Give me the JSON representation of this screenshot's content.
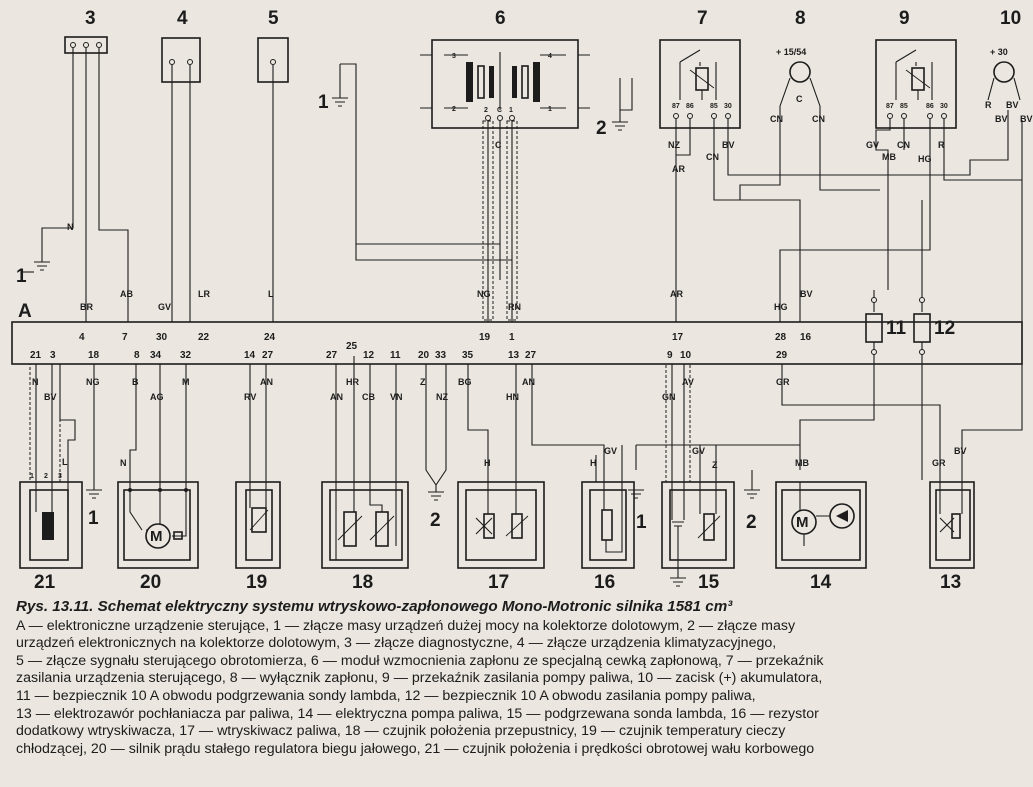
{
  "diagram": {
    "ecu": {
      "label": "A",
      "top_pins": [
        "4",
        "7",
        "30",
        "22",
        "24",
        "19",
        "1",
        "17",
        "28",
        "16"
      ],
      "bottom_pins": [
        "21",
        "3",
        "18",
        "8",
        "34",
        "32",
        "14",
        "27",
        "27",
        "25",
        "12",
        "11",
        "20",
        "33",
        "35",
        "13",
        "27",
        "9",
        "10",
        "29"
      ]
    },
    "connectors": [
      "3",
      "4",
      "5",
      "6",
      "7",
      "8",
      "9",
      "10"
    ],
    "components": [
      "21",
      "20",
      "19",
      "18",
      "17",
      "16",
      "15",
      "14",
      "13"
    ],
    "wire_codes_top": [
      "N",
      "AB",
      "GV",
      "LR",
      "L",
      "NG",
      "C",
      "RN",
      "AR",
      "NZ",
      "CN",
      "BV",
      "CN",
      "C",
      "CN",
      "GV",
      "MB",
      "CN",
      "HG",
      "R",
      "R",
      "BV",
      "BV",
      "HG",
      "BV"
    ],
    "wire_codes_bottom": [
      "N",
      "BV",
      "NG",
      "B",
      "AG",
      "M",
      "RV",
      "AN",
      "AN",
      "HR",
      "CB",
      "VN",
      "Z",
      "NZ",
      "BG",
      "HN",
      "AN",
      "GN",
      "AV",
      "GR",
      "N",
      "H",
      "GV",
      "H",
      "GV",
      "Z",
      "MB",
      "GR",
      "BV",
      "L"
    ],
    "ground_labels": [
      "1",
      "1",
      "2",
      "1",
      "2",
      "1",
      "2"
    ],
    "ecu_top_codes": [
      "BR",
      "AB",
      "GV",
      "LR",
      "L",
      "NG",
      "RN",
      "AR",
      "HG",
      "BV"
    ],
    "terminal_labels": {
      "t8": "+ 15/54",
      "t10": "+ 30",
      "fuse11": "11",
      "fuse12": "12"
    }
  },
  "caption": {
    "title": "Rys. 13.11. Schemat elektryczny systemu wtryskowo-zapłonowego Mono-Motronic silnika 1581 cm³",
    "lines": [
      "A — elektroniczne urządzenie sterujące, 1 — złącze masy urządzeń dużej mocy na kolektorze dolotowym, 2 — złącze masy",
      "urządzeń elektronicznych na kolektorze dolotowym, 3 — złącze diagnostyczne, 4 — złącze urządzenia klimatyzacyjnego,",
      "5 — złącze sygnału sterującego obrotomierza, 6 — moduł wzmocnienia zapłonu ze specjalną cewką zapłonową, 7 — przekaźnik",
      "zasilania urządzenia sterującego, 8 — wyłącznik zapłonu, 9 — przekaźnik zasilania pompy paliwa, 10 — zacisk (+) akumulatora,",
      "11 — bezpiecznik 10 A obwodu podgrzewania sondy lambda, 12 — bezpiecznik 10 A obwodu zasilania pompy paliwa,",
      "13 — elektrozawór pochłaniacza par paliwa, 14 — elektryczna pompa paliwa, 15 — podgrzewana sonda lambda, 16 — rezystor",
      "dodatkowy wtryskiwacza, 17 — wtryskiwacz paliwa, 18 — czujnik położenia przepustnicy, 19 — czujnik temperatury cieczy",
      "chłodzącej, 20 — silnik prądu stałego regulatora biegu jałowego, 21 — czujnik położenia i prędkości obrotowej wału korbowego"
    ]
  }
}
